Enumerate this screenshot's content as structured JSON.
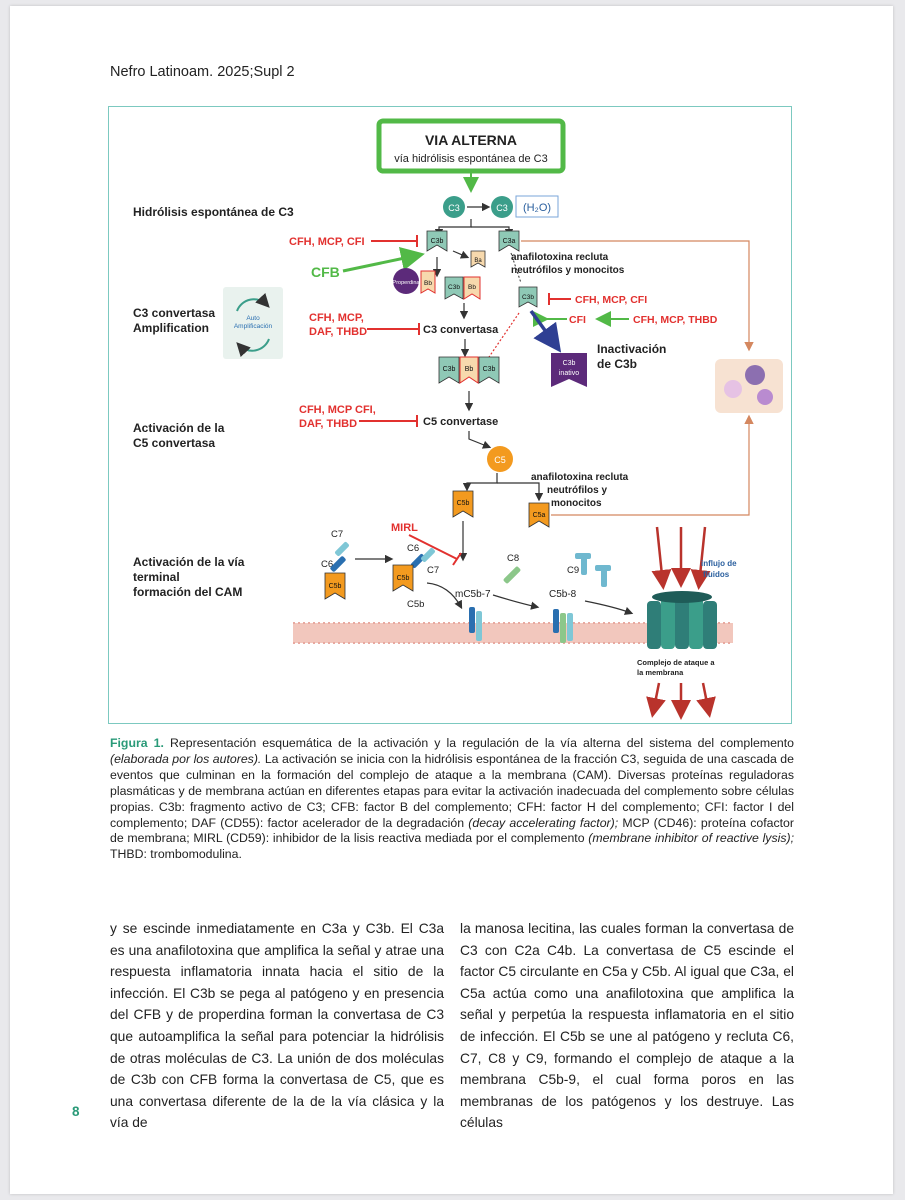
{
  "header": {
    "journal": "Nefro Latinoam. 2025;Supl 2"
  },
  "figure": {
    "title": "VIA ALTERNA",
    "subtitle": "vía hidrólisis espontánea de C3",
    "stages": {
      "s1": "Hidrólisis espontánea de C3",
      "s2a": "C3 convertasa",
      "s2b": "Amplification",
      "s3a": "Activación de la",
      "s3b": "C5 convertasa",
      "s4a": "Activación de la vía",
      "s4b": "terminal",
      "s4c": "formación del CAM"
    },
    "auto_amplification_a": "Auto",
    "auto_amplification_b": "Amplificación",
    "labels": {
      "c3": "C3",
      "h2o": "(H₂O)",
      "c3b": "C3b",
      "c3a": "C3a",
      "ba": "Ba",
      "bb": "Bb",
      "properdina": "Properdina",
      "cfb": "CFB",
      "reg1": "CFH, MCP, CFI",
      "reg2a": "CFH, MCP,",
      "reg2b": "DAF, THBD",
      "reg3a": "CFH, MCP CFI,",
      "reg3b": "DAF, THBD",
      "reg4": "CFH, MCP, CFI",
      "cfi": "CFI",
      "reg5": "CFH, MCP,  THBD",
      "anafilo1a": "anafilotoxina recluta",
      "anafilo1b": "neutrófilos y monocitos",
      "c3_convertasa": "C3 convertasa",
      "inact_a": "Inactivación",
      "inact_b": "de C3b",
      "c3b_inativo_a": "C3b",
      "c3b_inativo_b": "inativo",
      "c5_convertase": "C5 convertase",
      "c5": "C5",
      "c5b": "C5b",
      "c5a": "C5a",
      "anafilo2a": "anafilotoxina recluta",
      "anafilo2b": "neutrófilos y",
      "anafilo2c": "monocitos",
      "mirl": "MIRL",
      "c6": "C6",
      "c7": "C7",
      "c8": "C8",
      "c9": "C9",
      "mc5b7": "mC5b-7",
      "c5b8": "C5b-8",
      "influjo_a": "influjo de",
      "influjo_b": "fluidos",
      "complejo_a": "Complejo de ataque a",
      "complejo_b": "la membrana"
    },
    "colors": {
      "green_box": "#52b947",
      "teal": "#3b9e8a",
      "orange": "#f39a1f",
      "red": "#e2312f",
      "purple": "#5c2a7a",
      "blue_arrow": "#2f3f93",
      "membrane": "#f2c7bd"
    }
  },
  "caption": {
    "label": "Figura 1.",
    "p1": " Representación esquemática de la activación y la regulación de la vía alterna del sistema del complemento ",
    "i1": "(elaborada por los autores).",
    "p2": " La activación se inicia con la hidrólisis espontánea de la fracción C3, seguida de una cascada de eventos que culminan en la formación del complejo de ataque a la membrana (CAM). Diversas proteínas reguladoras plasmáticas y de membrana actúan en diferentes etapas para evitar la activación inadecuada del complemento sobre células propias. C3b: fragmento activo de C3; CFB: factor B del complemento; CFH: factor H del complemento; CFI: factor I del complemento; DAF (CD55): factor acelerador de la degradación ",
    "i2": "(decay accelerating factor);",
    "p3": " MCP (CD46): proteína cofactor de membrana; MIRL (CD59): inhibidor de la lisis reactiva mediada por el complemento ",
    "i3": "(membrane inhibitor of reactive lysis);",
    "p4": " THBD: trombomodulina."
  },
  "body": {
    "left": "y se escinde inmediatamente en C3a y C3b. El C3a es una anafilotoxina que amplifica la señal y atrae una respuesta inflamatoria innata hacia el sitio de la infección. El C3b se pega al patógeno y en presencia del CFB y de properdina forman la convertasa de C3 que autoamplifica la señal para potenciar la hidrólisis de otras moléculas de C3. La unión de dos moléculas de C3b con CFB forma la convertasa de C5, que es una convertasa diferente de la de la vía clásica y la vía de",
    "right": "la manosa lecitina, las cuales forman la convertasa de C3 con C2a C4b. La convertasa de C5 escinde el factor C5 circulante en C5a y C5b. Al igual que C3a, el C5a actúa como una anafilotoxina que amplifica la señal y perpetúa la respuesta inflamatoria en el sitio de infección. El C5b se une al patógeno y recluta C6, C7, C8 y C9, formando el complejo de ataque a la membrana C5b-9, el cual forma poros en las membranas de los patógenos y los destruye. Las células"
  },
  "page_number": "8"
}
